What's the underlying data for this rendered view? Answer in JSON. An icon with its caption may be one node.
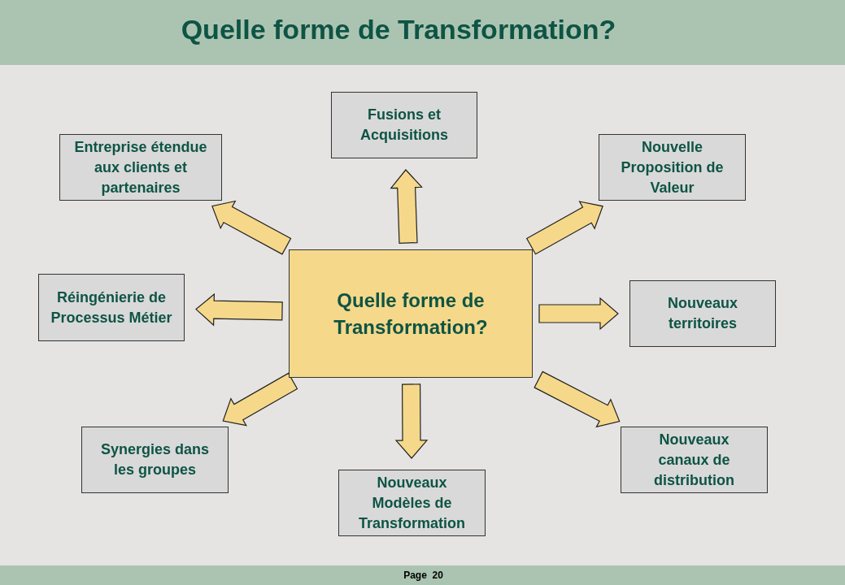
{
  "diagram": {
    "title": "Quelle forme de Transformation?",
    "nodes": [
      {
        "text": [
          "Fusions et Acquisitions"
        ]
      },
      {
        "text": [
          "Entreprise étendue aux clients et partenaires"
        ]
      },
      {
        "text": [
          "Nouvelle Proposition de Valeur"
        ]
      },
      {
        "text": [
          "Réingénierie de Processus Métier"
        ]
      },
      {
        "text": [
          "Quelle forme de Transformation?"
        ]
      },
      {
        "text": [
          "Nouveaux territoires"
        ]
      },
      {
        "text": [
          "Synergies dans les groupes"
        ]
      },
      {
        "text": [
          "Nouveaux canaux de distribution"
        ]
      },
      {
        "text": [
          "Nouveaux Modèles de Transformation"
        ]
      }
    ],
    "edges": [
      {
        "from": 4,
        "to": 0,
        "arrow": "to"
      },
      {
        "from": 4,
        "to": 1,
        "arrow": "to"
      },
      {
        "from": 4,
        "to": 2,
        "arrow": "to"
      },
      {
        "from": 4,
        "to": 3,
        "arrow": "to"
      },
      {
        "from": 4,
        "to": 5,
        "arrow": "to"
      },
      {
        "from": 4,
        "to": 6,
        "arrow": "to"
      },
      {
        "from": 4,
        "to": 7,
        "arrow": "to"
      },
      {
        "from": 4,
        "to": 8,
        "arrow": "to"
      }
    ],
    "labels": [
      "Page  20"
    ]
  }
}
